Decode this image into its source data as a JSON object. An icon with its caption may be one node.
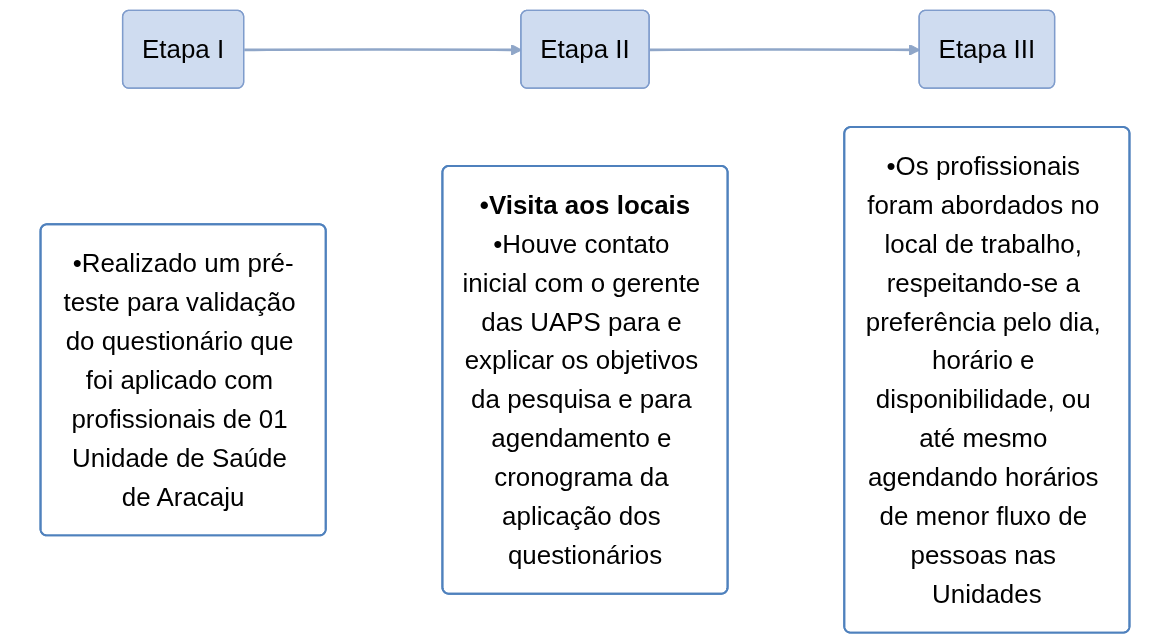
{
  "diagram": {
    "nodes": [
      {
        "text": [
          "Etapa I"
        ]
      },
      {
        "text": [
          "•Realizado um pré-teste para validação do questionário que foi aplicado com profissionais de 01 Unidade de Saúde de Aracaju"
        ]
      },
      {
        "text": [
          "Etapa II"
        ]
      },
      {
        "text": [
          "•Visita aos locais",
          "•Houve contato inicial com o gerente das UAPS para e explicar os objetivos da pesquisa e para agendamento e cronograma da aplicação dos questionários"
        ]
      },
      {
        "text": [
          "Etapa III"
        ]
      },
      {
        "text": [
          "•Os profissionais foram abordados no local de trabalho, respeitando-se a preferência pelo dia, horário e disponibilidade, ou até mesmo agendando horários de menor fluxo de pessoas nas Unidades"
        ]
      }
    ],
    "edges": [
      {
        "from": 0,
        "to": 2,
        "arrow": "to"
      },
      {
        "from": 2,
        "to": 4,
        "arrow": "to"
      }
    ]
  }
}
